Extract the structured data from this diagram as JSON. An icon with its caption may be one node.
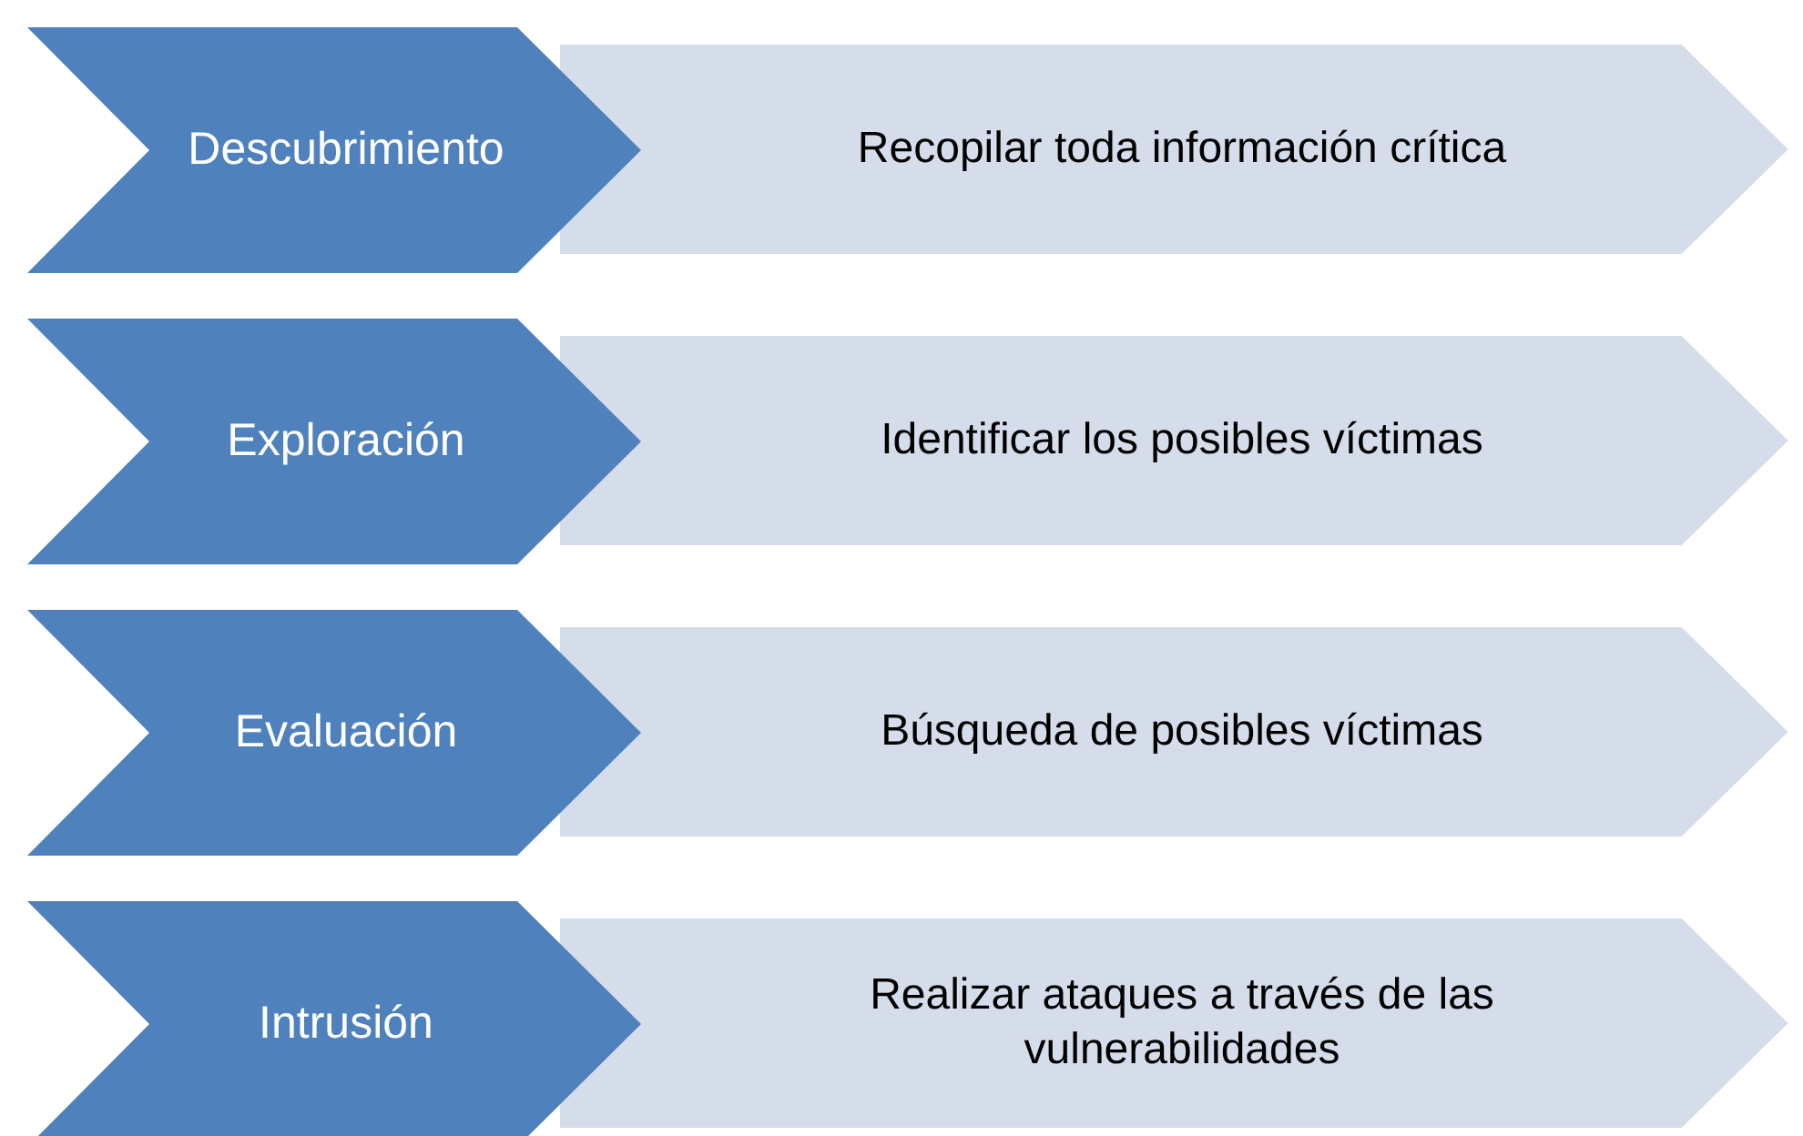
{
  "diagram": {
    "nodes": [
      {
        "text": [
          "Descubrimiento"
        ]
      },
      {
        "text": [
          "Recopilar toda información crítica"
        ]
      },
      {
        "text": [
          "Exploración"
        ]
      },
      {
        "text": [
          "Identificar los posibles víctimas"
        ]
      },
      {
        "text": [
          "Evaluación"
        ]
      },
      {
        "text": [
          "Búsqueda de posibles víctimas"
        ]
      },
      {
        "text": [
          "Intrusión"
        ]
      },
      {
        "text": [
          "Realizar ataques a través de las vulnerabilidades"
        ]
      }
    ]
  }
}
